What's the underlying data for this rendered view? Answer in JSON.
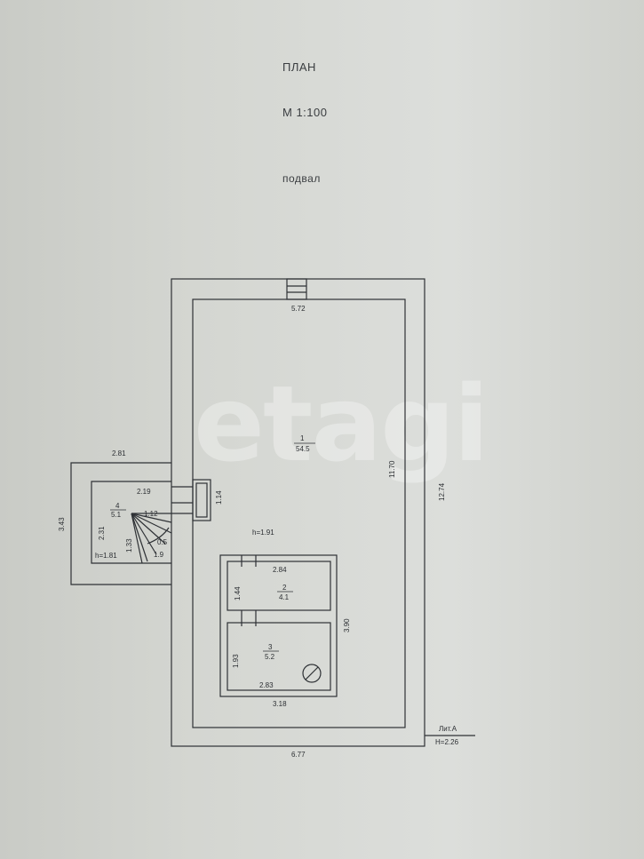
{
  "plan": {
    "title": "ПЛАН",
    "scale": "М  1:100",
    "floor": "подвал",
    "watermark": "etagi"
  },
  "rooms": {
    "r1": {
      "number": "1",
      "area": "54.5"
    },
    "r2": {
      "number": "2",
      "area": "4.1"
    },
    "r3": {
      "number": "3",
      "area": "5.2"
    },
    "r4": {
      "number": "4",
      "area": "5.1"
    }
  },
  "dimensions": {
    "outer_width_top": "5.72",
    "outer_width_bottom": "6.77",
    "inner_height": "11.70",
    "outer_height": "12.74",
    "vestibule_width": "2.81",
    "vestibule_height": "3.43",
    "vestibule_inner_width": "2.19",
    "vestibule_inner_height": "2.31",
    "door_width": "1.14",
    "stair_width": "1.12",
    "stair_length": "1.33",
    "stair_small_a": "0.5",
    "stair_small_b": "1.9",
    "room_height_vestibule": "h=1.81",
    "room_height_main": "h=1.91",
    "r2_width": "2.84",
    "r2_height": "1.44",
    "r3_width": "2.83",
    "r3_height": "1.93",
    "block_height": "3.90",
    "block_width": "3.18"
  },
  "litera": {
    "name": "Лит.А",
    "height": "H=2.26"
  }
}
